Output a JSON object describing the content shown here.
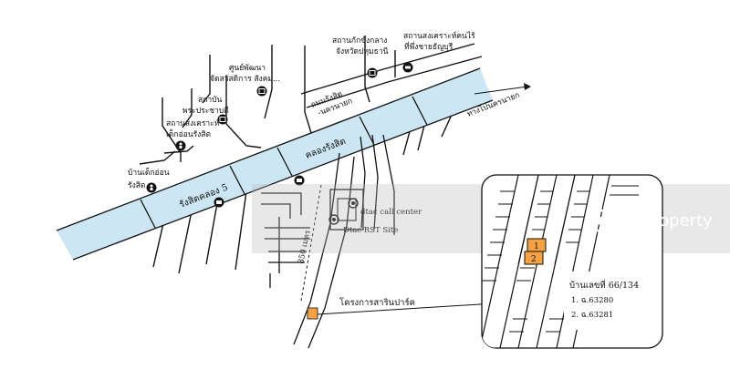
{
  "colors": {
    "canal": "#cce6f4",
    "line": "#111111",
    "plot": "#f4a244",
    "watermark_band": "#b9b9b9"
  },
  "map": {
    "canal_labels": [
      "รังสิตคลอง 5",
      "คลองรังสิต"
    ],
    "road_labels": {
      "main_road": "ถนนรังสิต\n-นครนายก",
      "direction": "ทางไปนครนายก",
      "distance": "850 เมตร"
    },
    "places": [
      {
        "label": "สถานสงเคราะห์คนไร้\nที่พึ่งชายธัญบุรี",
        "icon": "shelter-icon"
      },
      {
        "label": "สถานกักขังกลาง\nจังหวัดปทุมธานี",
        "icon": "building-icon"
      },
      {
        "label": "ศูนย์พัฒนา\nจัดสวัสดิการ สังคม...",
        "icon": "building-icon"
      },
      {
        "label": "สถาบัน\nพระประชาบดี",
        "icon": "building-icon"
      },
      {
        "label": "สถานสงเคราะห์\nเด็กอ่อนรังสิต",
        "icon": "child-icon"
      },
      {
        "label": "บ้านเด็กอ่อน\nรังสิต",
        "icon": "child-icon"
      },
      {
        "label": "dtac call center",
        "icon": "target-icon"
      },
      {
        "label": "Dtac RST Site",
        "icon": "target-icon"
      }
    ],
    "project_label": "โครงการสารินปาร์ค"
  },
  "inset": {
    "address": "บ้านเลขที่ 66/134",
    "lots": [
      "1. ฉ.63280",
      "2. ฉ.63281"
    ],
    "lot_numbers": [
      "1",
      "2"
    ]
  },
  "watermark": {
    "brand": "DDproperty"
  }
}
